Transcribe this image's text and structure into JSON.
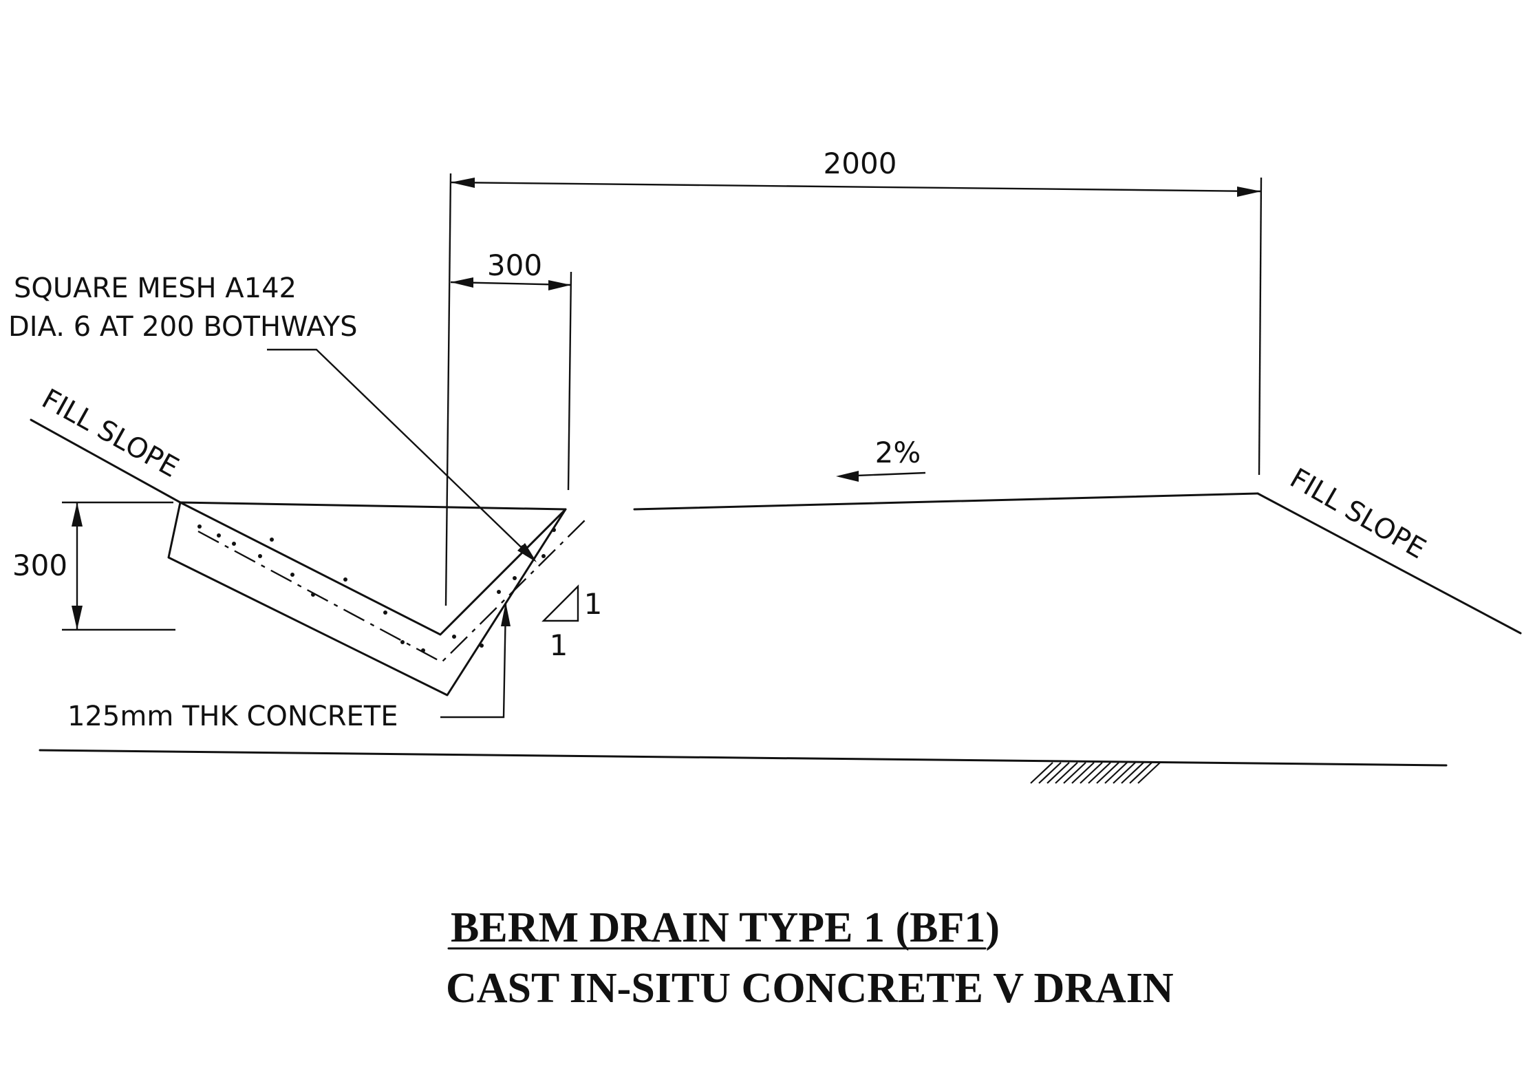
{
  "dimensions": {
    "top_width": "2000",
    "concrete_edge": "300",
    "depth": "300",
    "slope_ratio_rise": "1",
    "slope_ratio_run": "1"
  },
  "gradient": "2%",
  "labels": {
    "fill_slope_left": "FILL SLOPE",
    "fill_slope_right": "FILL SLOPE",
    "mesh_line1": "SQUARE MESH A142",
    "mesh_line2": "DIA. 6 AT 200 BOTHWAYS",
    "concrete": "125mm THK CONCRETE"
  },
  "title": {
    "main": "BERM DRAIN TYPE 1 (BF1)",
    "sub": "CAST IN-SITU CONCRETE V DRAIN"
  }
}
